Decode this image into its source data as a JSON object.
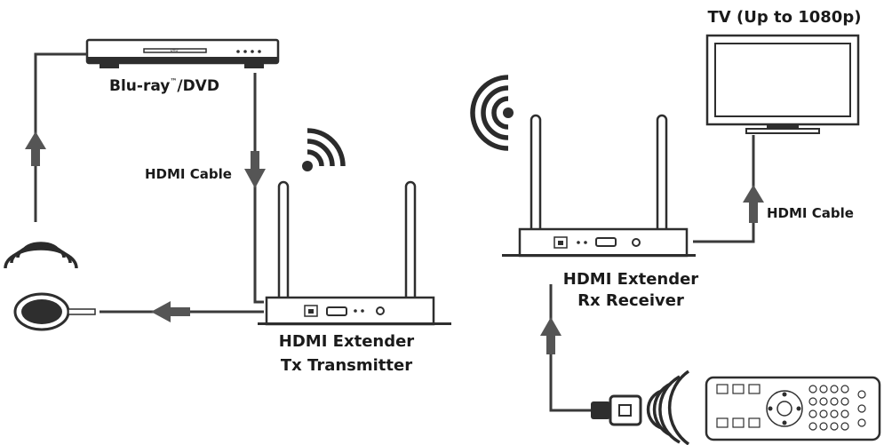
{
  "labels": {
    "bluray": "Blu-ray",
    "trademark": "™",
    "bluray_suffix": "/DVD",
    "hdmi_cable_left": "HDMI Cable",
    "hdmi_cable_right": "HDMI Cable",
    "tv": "TV (Up to 1080p)",
    "tx_line1": "HDMI Extender",
    "tx_line2": "Tx Transmitter",
    "rx_line1": "HDMI Extender",
    "rx_line2": "Rx Receiver"
  },
  "device_text": {
    "player_badge": "DVD"
  },
  "icons": [
    "bluray-player-icon",
    "tv-icon",
    "transmitter-icon",
    "receiver-icon",
    "ir-receiver-icon",
    "ir-emitter-icon",
    "remote-control-icon",
    "wifi-signal-icon"
  ],
  "colors": {
    "line": "#3a3a3a",
    "arrow": "#555555",
    "device": "#2e2e2e",
    "background": "#ffffff"
  }
}
